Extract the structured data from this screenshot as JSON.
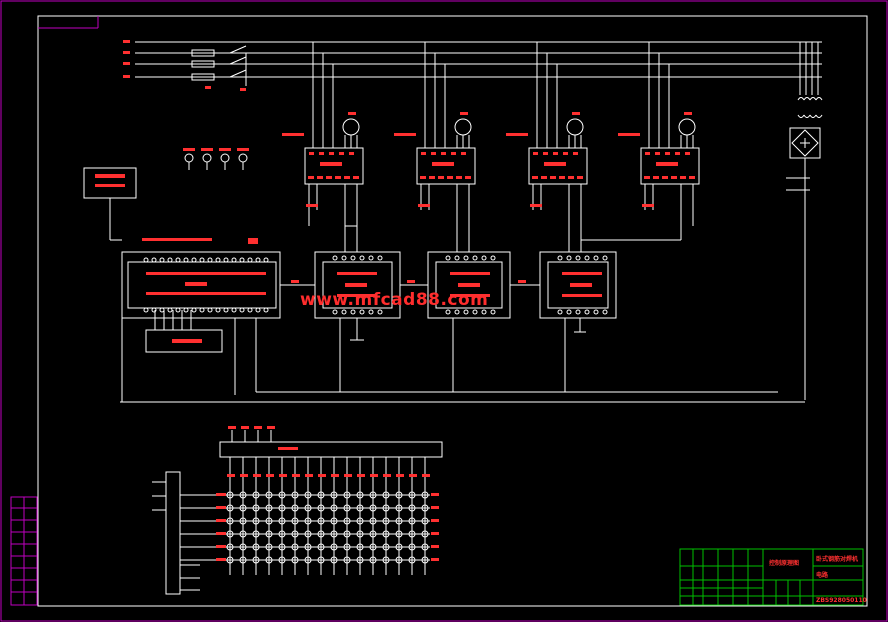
{
  "colors": {
    "background": "#000000",
    "border": "#c000c0",
    "wire": "#ffffff",
    "text": "#ff3030",
    "titleblock": "#00c000",
    "accent_yellow": "#e0e000",
    "bus_green": "#00ff00"
  },
  "watermark": "www.mfcad88.com",
  "title_block": {
    "drawing_title": "控制原理图",
    "project": "卧式钢筋对焊机",
    "sheet_label": "电路",
    "drawing_number": "ZBS928050110"
  }
}
